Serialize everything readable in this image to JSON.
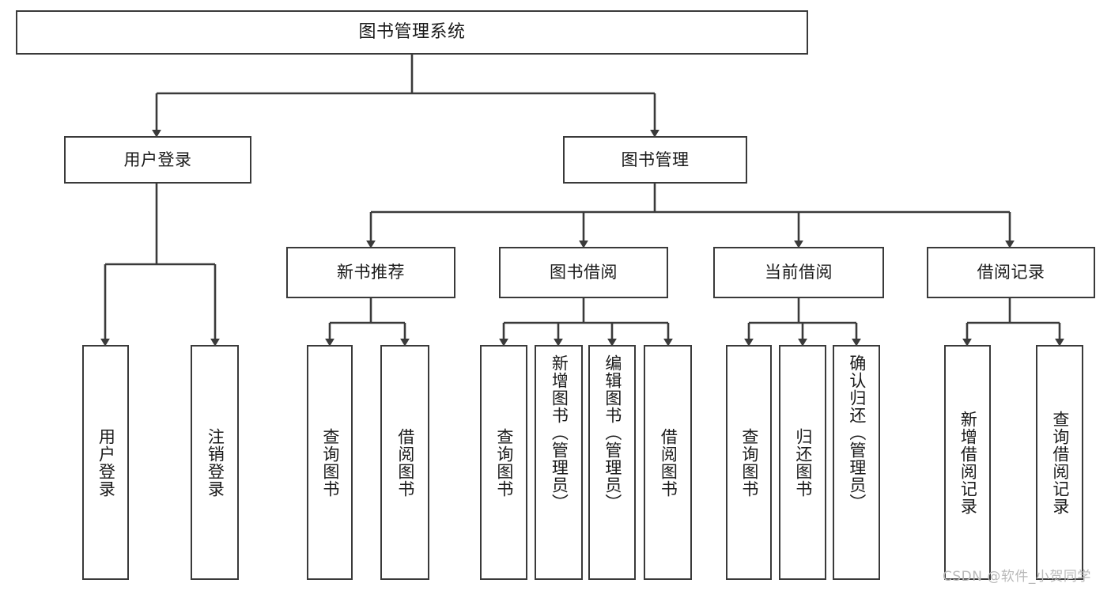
{
  "diagram": {
    "title": "图书管理系统",
    "type": "hierarchy-tree",
    "watermark": "CSDN @软件_小贺同学",
    "colors": {
      "background": "#ffffff",
      "stroke": "#3a3a3a",
      "text": "#1a1a1a",
      "watermark": "#b9b9b9"
    },
    "levels": {
      "root": {
        "label": "图书管理系统"
      },
      "level2": [
        {
          "id": "user-login",
          "label": "用户登录"
        },
        {
          "id": "book-management",
          "label": "图书管理"
        }
      ],
      "level3": [
        {
          "id": "new-book-recommend",
          "label": "新书推荐"
        },
        {
          "id": "book-borrow",
          "label": "图书借阅"
        },
        {
          "id": "current-borrow",
          "label": "当前借阅"
        },
        {
          "id": "borrow-record",
          "label": "借阅记录"
        }
      ],
      "leaves": {
        "user_login": [
          {
            "id": "leaf-user-login",
            "label": "用户登录"
          },
          {
            "id": "leaf-user-logout",
            "label": "注销登录"
          }
        ],
        "new_book_recommend": [
          {
            "id": "leaf-query-book-1",
            "label": "查询图书"
          },
          {
            "id": "leaf-borrow-book-1",
            "label": "借阅图书"
          }
        ],
        "book_borrow": [
          {
            "id": "leaf-query-book-2",
            "label": "查询图书"
          },
          {
            "id": "leaf-add-book",
            "label": "新增图书（管理员）"
          },
          {
            "id": "leaf-edit-book",
            "label": "编辑图书（管理员）"
          },
          {
            "id": "leaf-borrow-book-2",
            "label": "借阅图书"
          }
        ],
        "current_borrow": [
          {
            "id": "leaf-query-book-3",
            "label": "查询图书"
          },
          {
            "id": "leaf-return-book",
            "label": "归还图书"
          },
          {
            "id": "leaf-confirm-return",
            "label": "确认归还（管理员）"
          }
        ],
        "borrow_record": [
          {
            "id": "leaf-add-record",
            "label": "新增借阅记录"
          },
          {
            "id": "leaf-query-record",
            "label": "查询借阅记录"
          }
        ]
      }
    }
  }
}
